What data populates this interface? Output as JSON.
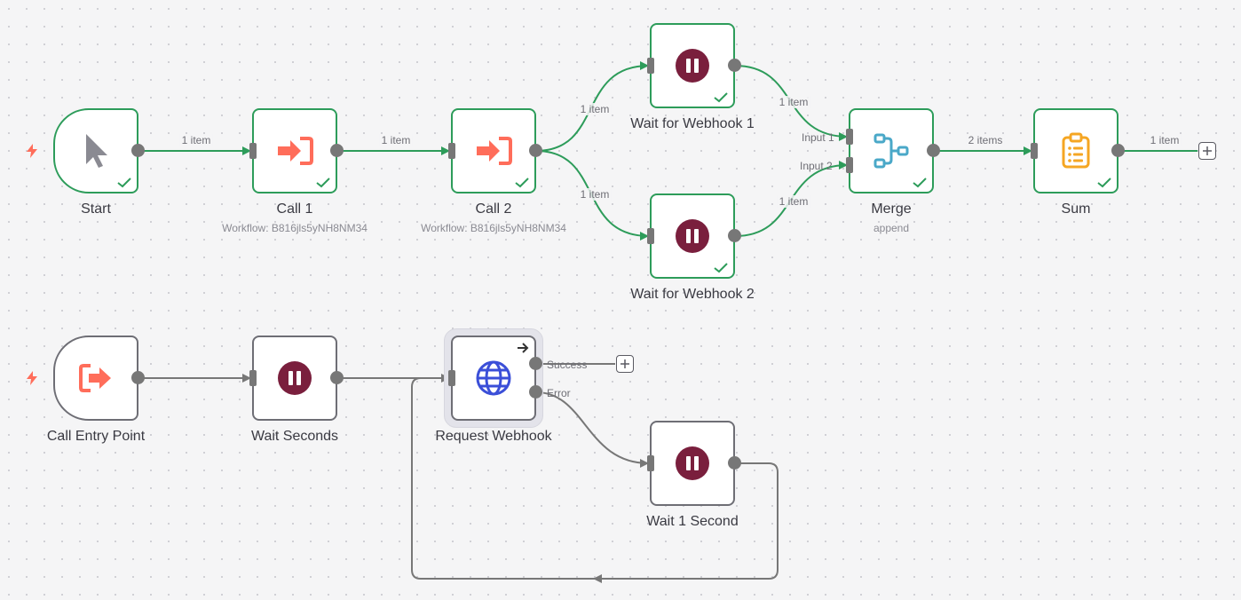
{
  "canvas": {
    "background": "#f5f5f6",
    "success_color": "#2d9c5a",
    "idle_color": "#6e6e75"
  },
  "nodes": {
    "start": {
      "name": "Start",
      "icon": "cursor-icon",
      "status": "success"
    },
    "call1": {
      "name": "Call 1",
      "subtitle": "Workflow: B816jls5yNH8NM34",
      "icon": "execute-workflow-icon",
      "status": "success"
    },
    "call2": {
      "name": "Call 2",
      "subtitle": "Workflow: B816jls5yNH8NM34",
      "icon": "execute-workflow-icon",
      "status": "success"
    },
    "wait_webhook_1": {
      "name": "Wait for Webhook 1",
      "icon": "pause-icon",
      "status": "success"
    },
    "wait_webhook_2": {
      "name": "Wait for Webhook 2",
      "icon": "pause-icon",
      "status": "success"
    },
    "merge": {
      "name": "Merge",
      "subtitle": "append",
      "icon": "merge-icon",
      "status": "success"
    },
    "sum": {
      "name": "Sum",
      "icon": "clipboard-icon",
      "status": "success"
    },
    "call_entry_point": {
      "name": "Call Entry Point",
      "icon": "exit-arrow-icon",
      "status": "idle"
    },
    "wait_seconds": {
      "name": "Wait Seconds",
      "icon": "pause-icon",
      "status": "idle"
    },
    "request_webhook": {
      "name": "Request Webhook",
      "icon": "globe-icon",
      "status": "idle"
    },
    "wait_1_second": {
      "name": "Wait 1 Second",
      "icon": "pause-icon",
      "status": "idle"
    }
  },
  "edge_labels": {
    "start_call1": "1 item",
    "call1_call2": "1 item",
    "call2_wait1": "1 item",
    "call2_wait2": "1 item",
    "wait1_merge": "1 item",
    "wait2_merge": "1 item",
    "merge_sum": "2 items",
    "sum_out": "1 item"
  },
  "ports": {
    "merge_input_1": "Input 1",
    "merge_input_2": "Input 2",
    "request_success": "Success",
    "request_error": "Error"
  },
  "icons": {
    "trigger": "lightning-bolt-icon",
    "add": "plus-icon",
    "open": "arrow-right-icon",
    "check": "checkmark-icon"
  }
}
